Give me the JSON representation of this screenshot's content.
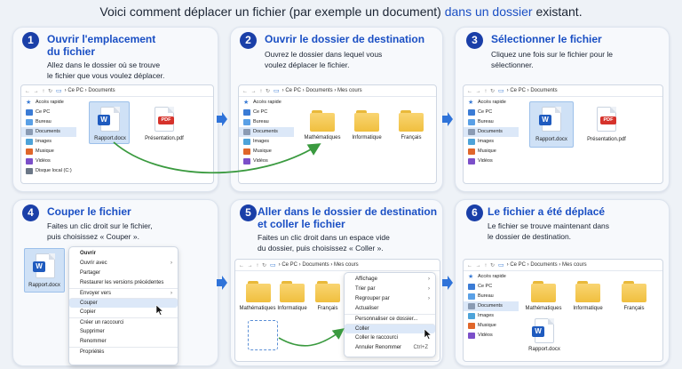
{
  "header": {
    "before": "Voici comment déplacer un fichier (par exemple un document)",
    "highlight": "dans un dossier",
    "after": "existant."
  },
  "steps": [
    {
      "num": "1",
      "title_l1": "Ouvrir l'emplacement",
      "title_l2": "du fichier",
      "desc_l1": "Allez dans le dossier où se trouve",
      "desc_l2": "le fichier que vous voulez déplacer."
    },
    {
      "num": "2",
      "title_l1": "Ouvrir le dossier de destination",
      "desc_l1": "Ouvrez le dossier dans lequel vous",
      "desc_l2": "voulez déplacer le fichier."
    },
    {
      "num": "3",
      "title_l1": "Sélectionner le fichier",
      "desc_l1": "Cliquez une fois sur le fichier pour le",
      "desc_l2": "sélectionner."
    },
    {
      "num": "4",
      "title_l1": "Couper le fichier",
      "desc_l1": "Faites un clic droit sur le fichier,",
      "desc_l2": "puis choisissez « Couper »."
    },
    {
      "num": "5",
      "title_l1": "Aller dans le dossier de destination",
      "title_l2": "et coller le fichier",
      "desc_l1": "Faites un clic droit dans un espace vide",
      "desc_l2": "du dossier, puis choisissez « Coller »."
    },
    {
      "num": "6",
      "title_l1": "Le fichier a été déplacé",
      "desc_l1": "Le fichier se trouve maintenant dans",
      "desc_l2": "le dossier de destination."
    }
  ],
  "explorer": {
    "nav": "← → ↑ ↻",
    "pc": "Ce PC",
    "path_docs": "› Ce PC  ›  Documents",
    "path_cours": "› Ce PC  ›  Documents  ›  Mes cours",
    "sidebar": [
      "Accès rapide",
      "Ce PC",
      "Bureau",
      "Documents",
      "Images",
      "Musique",
      "Vidéos",
      "Disque local (C:)"
    ],
    "folders": [
      "Mathématiques",
      "Informatique",
      "Français"
    ],
    "file_word": "Rapport.docx",
    "file_pdf": "Présentation.pdf",
    "pdf_badge": "PDF",
    "word_badge": "W"
  },
  "menu_file": {
    "items": [
      "Ouvrir",
      "Ouvrir avec",
      "Partager",
      "Restaurer les versions précédentes",
      "Envoyer vers",
      "Couper",
      "Copier",
      "Créer un raccourci",
      "Supprimer",
      "Renommer",
      "Propriétés"
    ]
  },
  "menu_folder": {
    "items": [
      "Affichage",
      "Trier par",
      "Regrouper par",
      "Actualiser",
      "Personnaliser ce dossier...",
      "Coller",
      "Coller le raccourci",
      "Annuler Renommer"
    ],
    "shortcut": "Ctrl+Z"
  },
  "colors": {
    "accent": "#1a4fc4",
    "step_circle": "#1a3fa8",
    "folder": "#f0bf3e",
    "word": "#1f5bbf",
    "pdf": "#d6322b",
    "arrow_green": "#3a9a3f",
    "nav_arrow": "#2f73d9"
  }
}
